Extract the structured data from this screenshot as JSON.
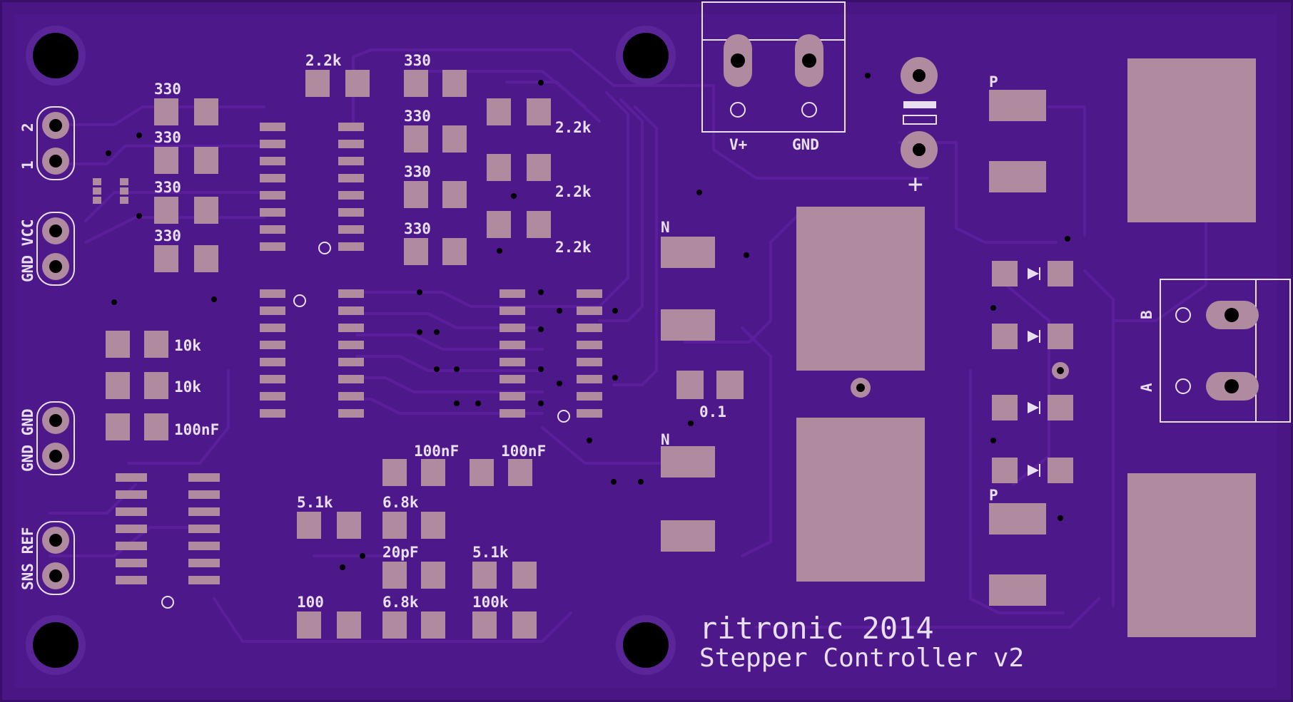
{
  "board": {
    "brand": "ritronic 2014",
    "product": "Stepper Controller v2",
    "colors": {
      "substrate": "#4a1684",
      "board_edge": "#3a0f6c",
      "pad": "#b08a9f",
      "silk": "#e8dff0",
      "trace": "#5b1f9c"
    }
  },
  "connectors": {
    "header_1_top": "2",
    "header_1_bottom": "1",
    "header_2": "GND VCC",
    "header_3": "GND GND",
    "header_4": "SNS REF",
    "power_plus": "V+",
    "power_gnd": "GND",
    "motor_a": "A",
    "motor_b": "B",
    "cap_polarity": "+"
  },
  "labels": {
    "r_330_1": "330",
    "r_330_2": "330",
    "r_330_3": "330",
    "r_330_4": "330",
    "r_22k_top": "2.2k",
    "r_330_top": "330",
    "r_330_mid1": "330",
    "r_330_mid2": "330",
    "r_330_mid3": "330",
    "r_22k_r1": "2.2k",
    "r_22k_r2": "2.2k",
    "r_22k_r3": "2.2k",
    "r_10k_1": "10k",
    "r_10k_2": "10k",
    "c_100nF_1": "100nF",
    "c_100nF_2": "100nF",
    "c_100nF_3": "100nF",
    "r_51k_1": "5.1k",
    "r_68k_1": "6.8k",
    "c_20pF": "20pF",
    "r_51k_2": "5.1k",
    "r_100": "100",
    "r_68k_2": "6.8k",
    "r_100k": "100k",
    "c_01": "0.1",
    "q_n_1": "N",
    "q_n_2": "N",
    "q_p_1": "P",
    "q_p_2": "P"
  }
}
